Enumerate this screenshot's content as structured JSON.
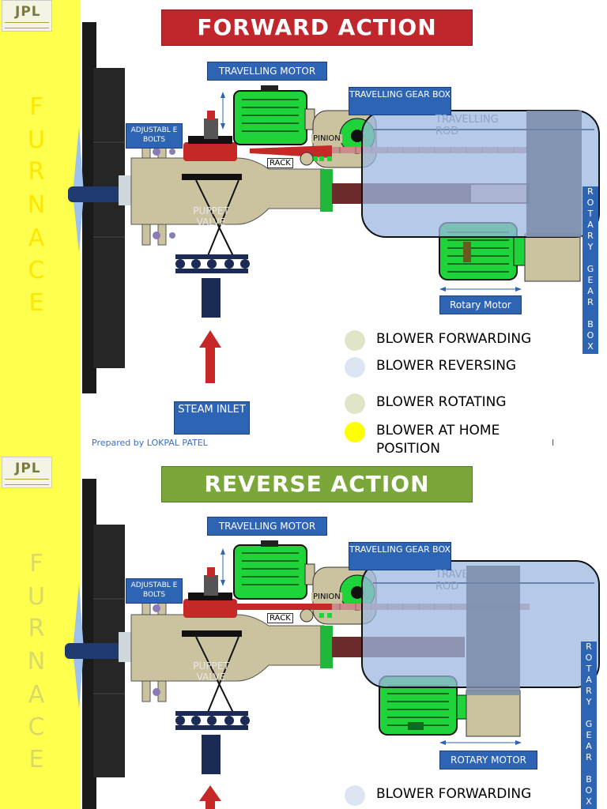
{
  "logo_text": "JPL",
  "furnace_letters": [
    "F",
    "U",
    "R",
    "N",
    "A",
    "C",
    "E"
  ],
  "slide1": {
    "title": "FORWARD ACTION",
    "travelling_motor": "TRAVELLING MOTOR",
    "travelling_gear_box": "TRAVELLING GEAR BOX",
    "adjustable_bolts": "ADJUSTABL E BOLTS",
    "travelling_rod": "TRAVELLING ROD",
    "pinion": "PINION",
    "rack": "RACK",
    "puppet_valve": "PUPPET VALVE",
    "rotary_motor": "Rotary Motor",
    "rotary_gear_box": [
      "R",
      "O",
      "T",
      "A",
      "R",
      "Y",
      "",
      "G",
      "E",
      "A",
      "R",
      "",
      "B",
      "O",
      "X"
    ],
    "steam_inlet": "STEAM INLET",
    "prepared_by": "Prepared by LOKPAL PATEL",
    "page_mark": "I",
    "legend": [
      {
        "label": "BLOWER FORWARDING",
        "color": "#dfe6c8"
      },
      {
        "label": "BLOWER REVERSING",
        "color": "#dde5f2"
      },
      {
        "label": "BLOWER ROTATING",
        "color": "#dfe6c8"
      },
      {
        "label": "BLOWER AT HOME POSITION",
        "color": "#ffff00"
      }
    ]
  },
  "slide2": {
    "title": "REVERSE ACTION",
    "travelling_motor": "TRAVELLING MOTOR",
    "travelling_gear_box": "TRAVELLING GEAR BOX",
    "adjustable_bolts": "ADJUSTABL E BOLTS",
    "travelling_rod": "TRAVELLING ROD",
    "pinion": "PINION",
    "rack": "RACK",
    "puppet_valve": "PUPPET VALVE",
    "rotary_motor": "ROTARY MOTOR",
    "rotary_gear_box": [
      "R",
      "O",
      "T",
      "A",
      "R",
      "Y",
      "",
      "G",
      "E",
      "A",
      "R",
      "",
      "B",
      "O",
      "X"
    ],
    "legend": [
      {
        "label": "BLOWER FORWARDING",
        "color": "#dde5f2"
      }
    ]
  },
  "colors": {
    "title_forward": "#c0272d",
    "title_reverse": "#7aa63a",
    "label_blue": "#2e64b4",
    "motor_green": "#1fd43a",
    "body_tan": "#cbc2a0",
    "glass_blue": "#9cb8e2",
    "furnace_strip": "#ffff4d"
  }
}
